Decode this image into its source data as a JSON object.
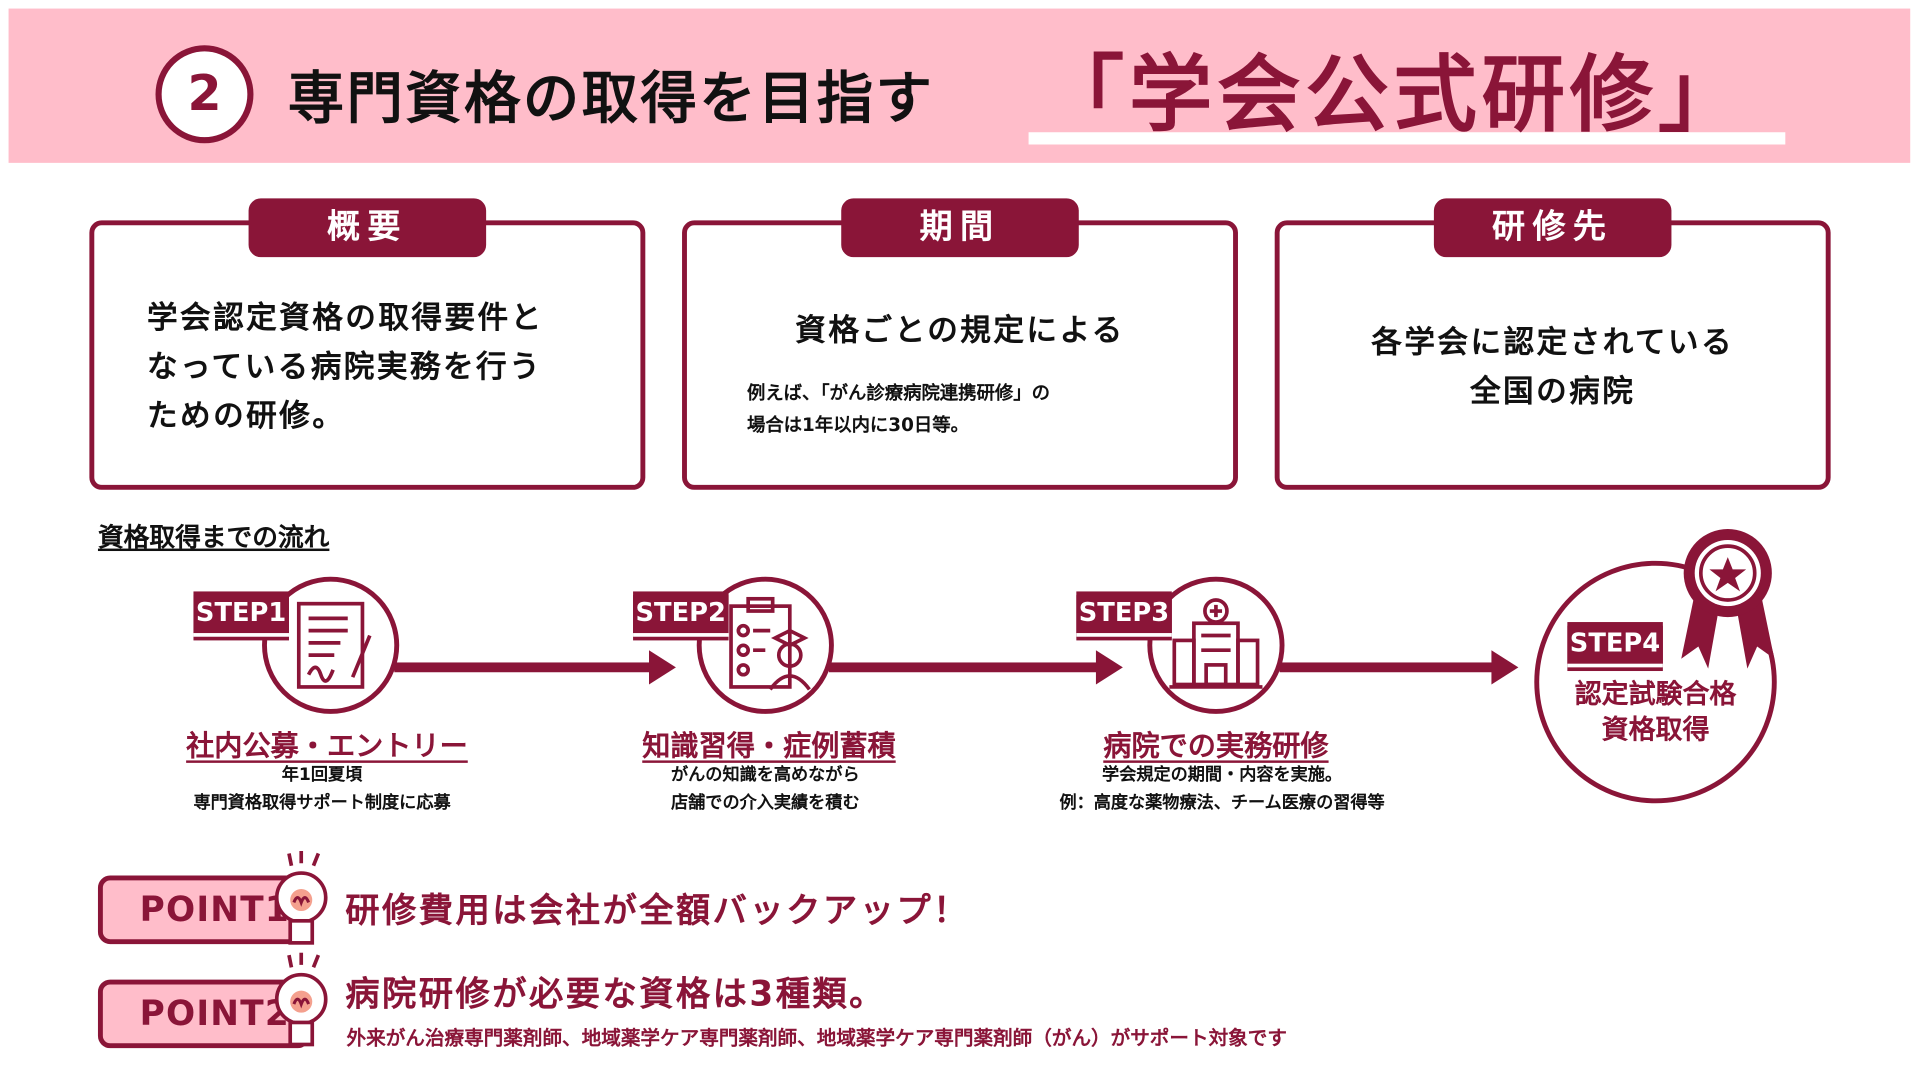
{
  "header": {
    "number": "2",
    "title": "専門資格の取得を目指す",
    "highlight": "「学会公式研修」"
  },
  "cards": [
    {
      "tab": "概要",
      "lines": [
        "学会認定資格の取得要件と",
        "なっている病院実務を行う",
        "ための研修。"
      ]
    },
    {
      "tab": "期間",
      "main": "資格ごとの規定による",
      "notes": [
        "例えば、「がん診療病院連携研修」の",
        "場合は1年以内に30日等。"
      ]
    },
    {
      "tab": "研修先",
      "lines": [
        "各学会に認定されている",
        "全国の病院"
      ]
    }
  ],
  "flow_heading": "資格取得までの流れ",
  "steps": [
    {
      "label": "STEP1",
      "icon": "document-sign-icon",
      "title": "社内公募・エントリー",
      "desc": [
        "年1回夏頃",
        "専門資格取得サポート制度に応募"
      ]
    },
    {
      "label": "STEP2",
      "icon": "checklist-graduate-icon",
      "title": "知識習得・症例蓄積",
      "desc": [
        "がんの知識を高めながら",
        "店舗での介入実績を積む"
      ]
    },
    {
      "label": "STEP3",
      "icon": "hospital-icon",
      "title": "病院での実務研修",
      "desc": [
        "学会規定の期間・内容を実施。",
        "例：高度な薬物療法、チーム医療の習得等"
      ]
    },
    {
      "label": "STEP4",
      "icon": "award-ribbon-icon",
      "lines": [
        "認定試験合格",
        "資格取得"
      ]
    }
  ],
  "points": [
    {
      "label": "POINT1",
      "text": "研修費用は会社が全額バックアップ！"
    },
    {
      "label": "POINT2",
      "text": "病院研修が必要な資格は3種類。",
      "note": "外来がん治療専門薬剤師、地域薬学ケア専門薬剤師、地域薬学ケア専門薬剤師（がん）がサポート対象です"
    }
  ],
  "colors": {
    "accent": "#8a1538",
    "pink": "#ffbdca"
  }
}
